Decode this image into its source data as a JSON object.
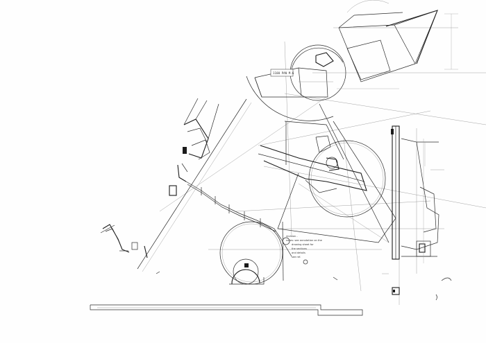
{
  "drawing": {
    "paper_color": "#fefefe",
    "ink_color": "#2a2a2a",
    "label_tag": "1100 PAN M.6",
    "note_lines": [
      "revision -",
      "notes: see annotation on the",
      "drawing sheet for",
      "the sections",
      "and details",
      "see ref."
    ]
  }
}
